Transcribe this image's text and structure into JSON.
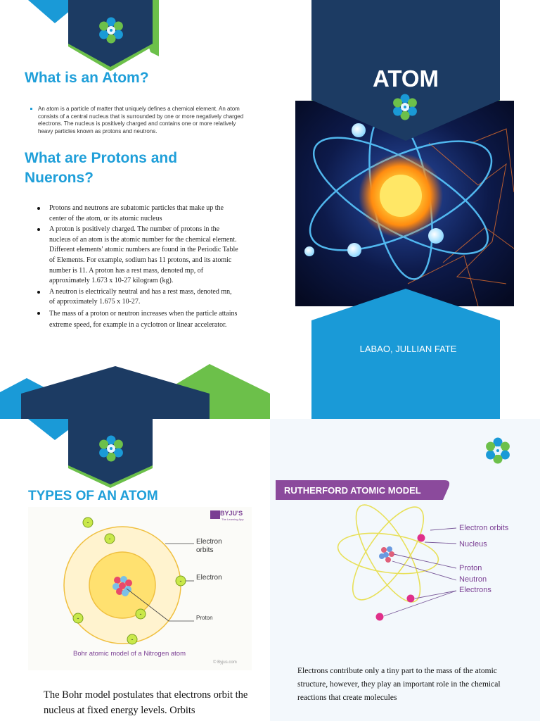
{
  "panel1": {
    "title": "What is an Atom?",
    "atom_bullets": [
      "An atom is a particle of matter that uniquely defines a chemical element. An atom consists of a central nucleus that is surrounded by one or more negatively charged electrons. The nucleus is positively charged and contains one or more relatively heavy particles known as protons and neutrons."
    ],
    "subtitle": "What are Protons and Nuerons?",
    "pn_bullets": [
      "Protons and neutrons are subatomic particles that make up the center of the atom, or its atomic nucleus",
      "A proton is positively charged. The number of protons in the nucleus of an atom is the atomic number for the chemical element. Different elements' atomic numbers are found in the Periodic Table of Elements. For example, sodium has 11 protons, and its atomic number is 11. A proton has a rest mass, denoted mp, of approximately 1.673 x 10-27 kilogram (kg).",
      "A neutron is electrically neutral and has a rest mass, denoted mn, of approximately 1.675 x 10-27.",
      "The mass of a proton or neutron increases when the particle attains extreme speed, for example in a cyclotron or linear accelerator."
    ]
  },
  "cover": {
    "title": "ATOM",
    "author": "LABAO, JULLIAN FATE"
  },
  "panel3": {
    "title": "TYPES OF AN ATOM",
    "brand": "BYJU'S",
    "brand_tag": "The Learning App",
    "labels": {
      "orbits": "Electron\norbits",
      "electron": "Electron",
      "proton": "Proton"
    },
    "caption": "Bohr atomic model of a Nitrogen atom",
    "copyright": "© Byjus.com",
    "body": "The Bohr model postulates that electrons orbit the nucleus at fixed energy levels. Orbits"
  },
  "panel4": {
    "banner": "RUTHERFORD ATOMIC MODEL",
    "labels": {
      "orbits": "Electron orbits",
      "nucleus": "Nucleus",
      "proton": "Proton",
      "neutron": "Neutron",
      "electrons": "Electrons"
    },
    "body": "Electrons contribute only a tiny part to the mass of the atomic structure, however, they play an important role in the chemical reactions that create molecules"
  },
  "colors": {
    "navy": "#1c3b63",
    "green": "#6cc04a",
    "blue": "#1a9ad7",
    "purple": "#8b4a9c"
  }
}
